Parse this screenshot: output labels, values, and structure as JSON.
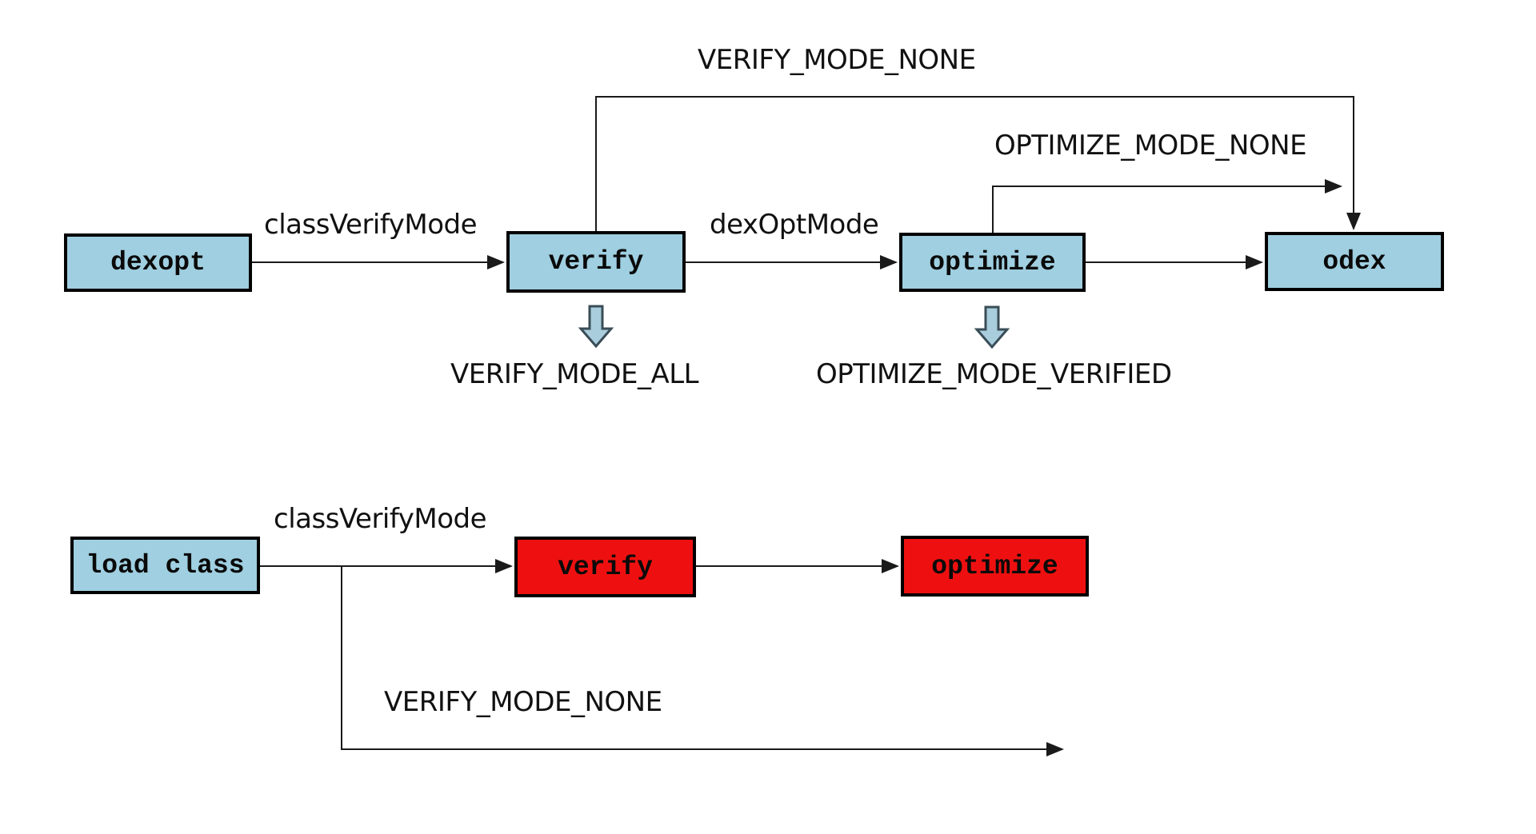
{
  "diagram": {
    "top_flow": {
      "dexopt_label": "dexopt",
      "verify_label": "verify",
      "optimize_label": "optimize",
      "odex_label": "odex",
      "class_verify_mode_label": "classVerifyMode",
      "dex_opt_mode_label": "dexOptMode",
      "verify_mode_none_label": "VERIFY_MODE_NONE",
      "optimize_mode_none_label": "OPTIMIZE_MODE_NONE",
      "verify_mode_all_label": "VERIFY_MODE_ALL",
      "optimize_mode_verified_label": "OPTIMIZE_MODE_VERIFIED"
    },
    "bottom_flow": {
      "load_class_label": "load class",
      "verify_label": "verify",
      "optimize_label": "optimize",
      "class_verify_mode_label": "classVerifyMode",
      "verify_mode_none_label": "VERIFY_MODE_NONE"
    },
    "colors": {
      "node_fill_blue": "#9fcfe0",
      "node_fill_red": "#ee1010",
      "node_border": "#000000",
      "edge": "#1a1a1a",
      "label_text": "#111111",
      "block_arrow_fill": "#a9cddd",
      "block_arrow_border": "#3a4d57"
    }
  }
}
